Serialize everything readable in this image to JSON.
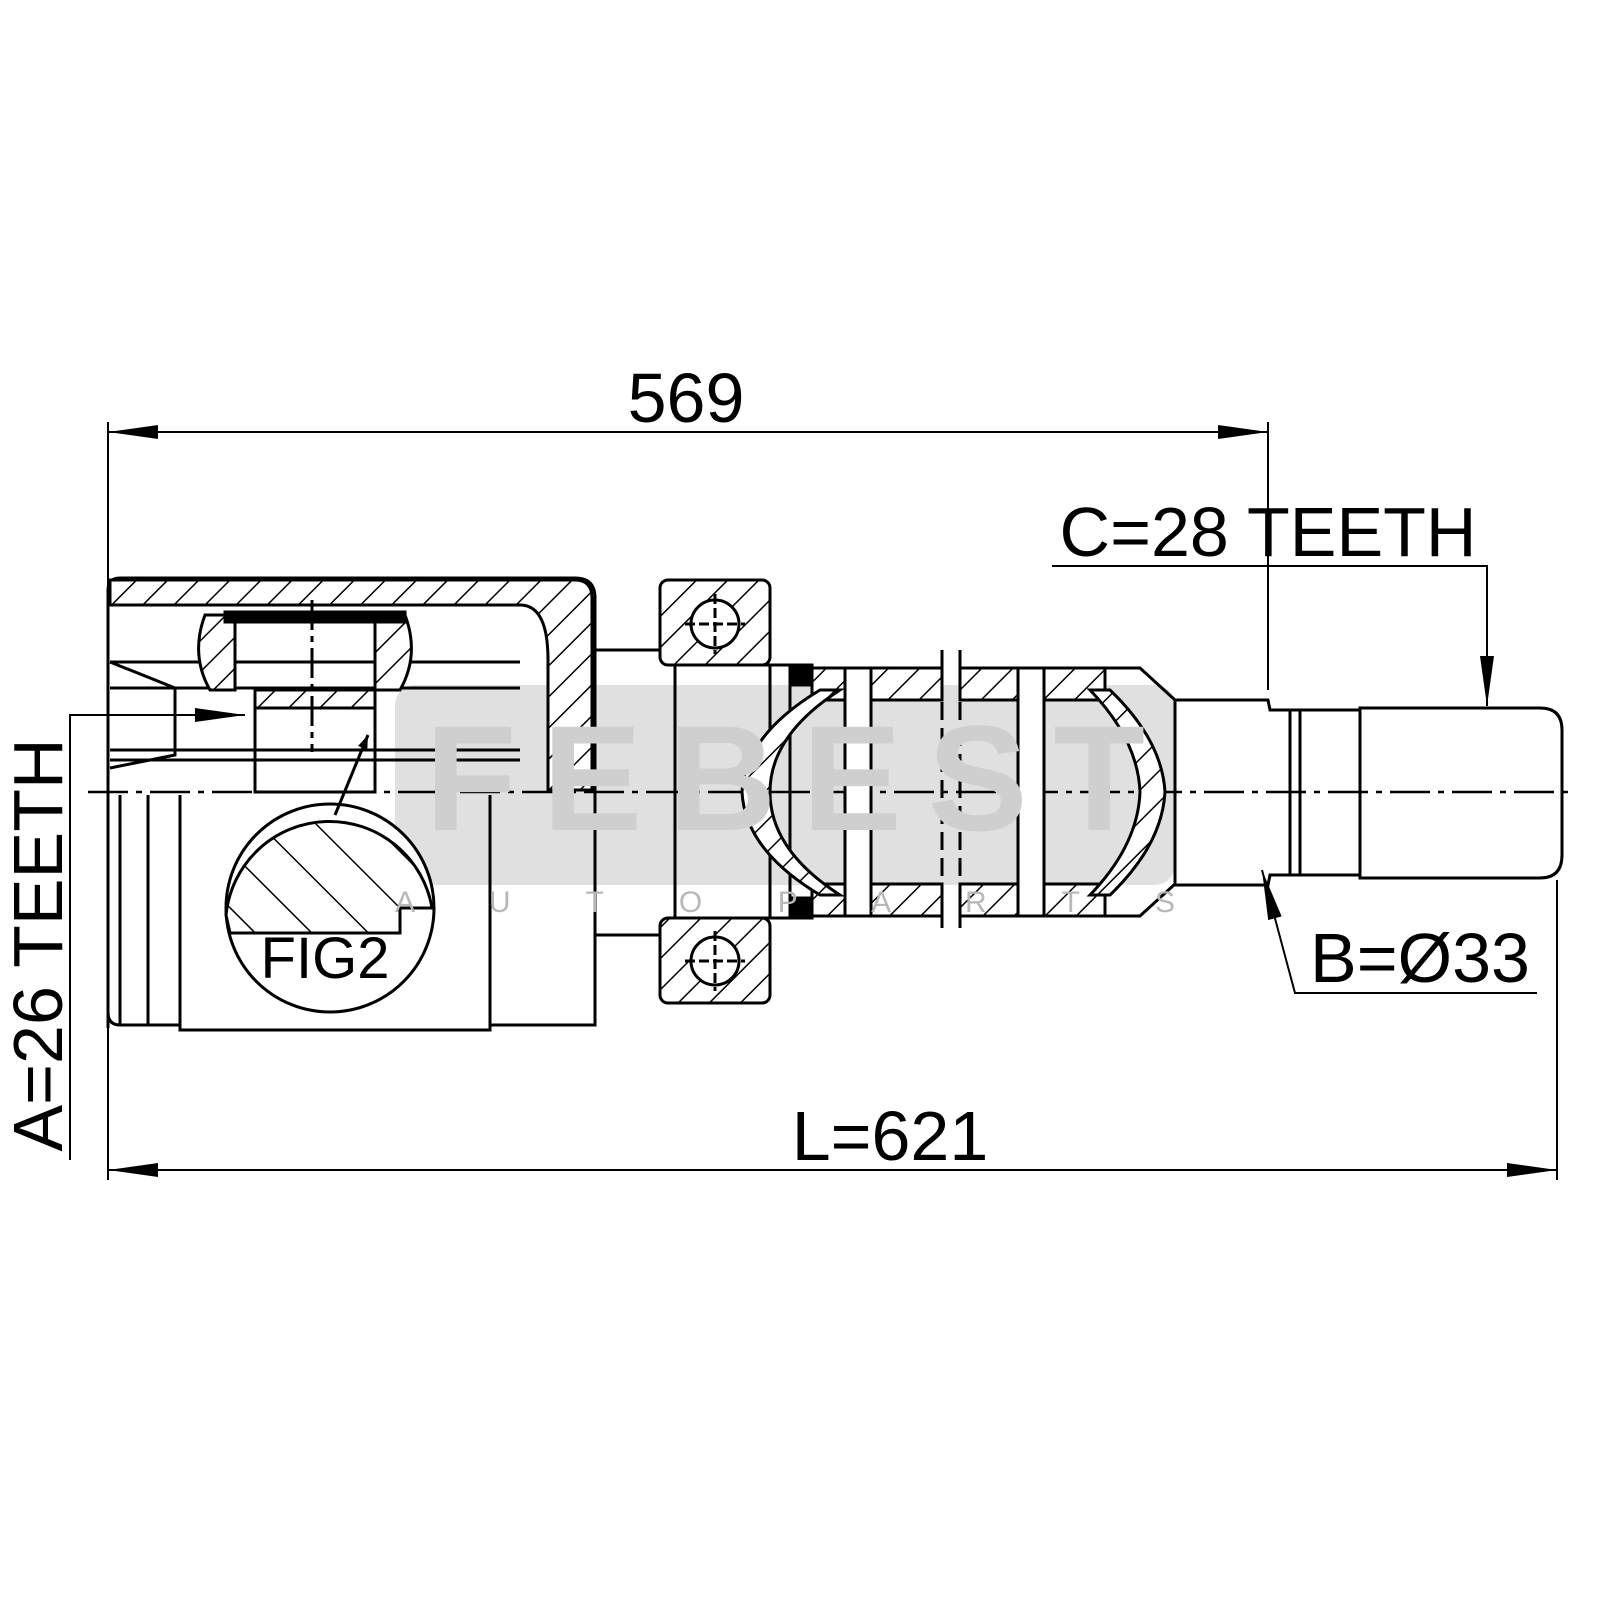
{
  "drawing": {
    "watermark": {
      "brand": "FEBEST",
      "tagline": "A U T O P A R T S"
    },
    "dimensions": {
      "length_to_bearing": "569",
      "total_length": "L=621",
      "spline_a": "A=26 TEETH",
      "spline_c": "C=28 TEETH",
      "diameter_b": "B=Ø33"
    },
    "detail_label": "FIG2"
  },
  "colors": {
    "line": "#000000",
    "watermark": "#d9d9d9"
  }
}
